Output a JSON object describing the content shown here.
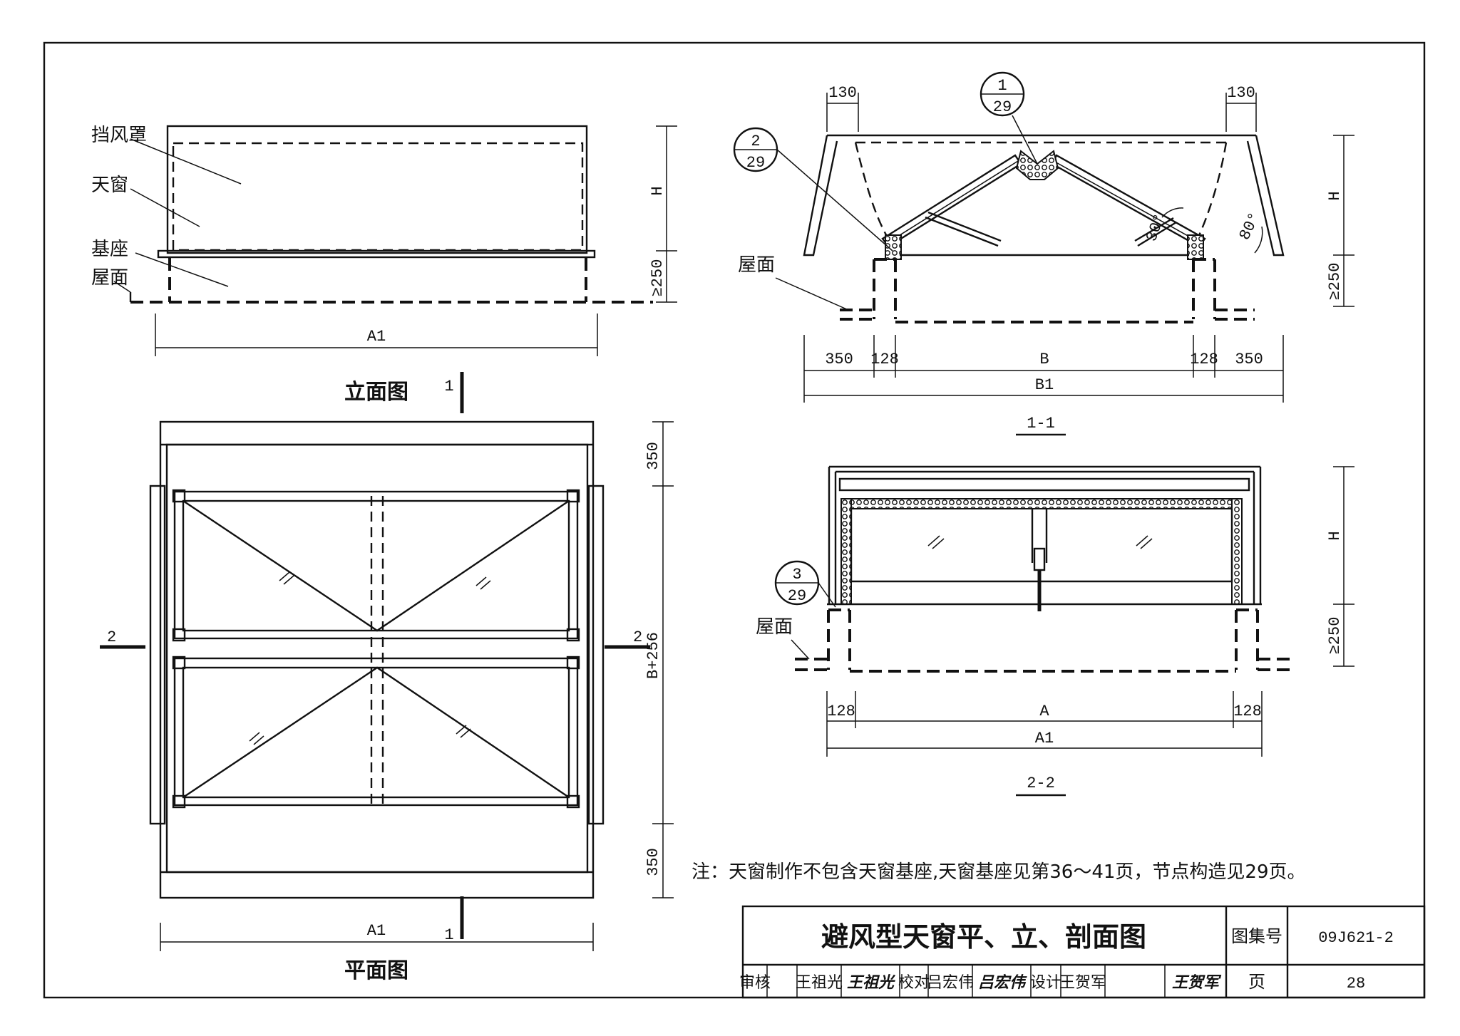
{
  "labels": {
    "hood": "挡风罩",
    "window": "天窗",
    "base": "基座",
    "roof": "屋面",
    "roof_1_1": "屋面",
    "roof_2_2": "屋面"
  },
  "view_titles": {
    "elevation": "立面图",
    "plan": "平面图",
    "section_1_1": "1-1",
    "section_2_2": "2-2"
  },
  "section_marks": {
    "one": "1",
    "two": "2"
  },
  "details": [
    {
      "num": "1",
      "page": "29"
    },
    {
      "num": "2",
      "page": "29"
    },
    {
      "num": "3",
      "page": "29"
    }
  ],
  "dims": {
    "H": "H",
    "min250": "≥250",
    "A1": "A1",
    "A": "A",
    "B": "B",
    "B1": "B1",
    "d130": "130",
    "d128": "128",
    "d350": "350",
    "B256": "B+256",
    "ang30": "30°",
    "ang80": "80°"
  },
  "note": "注：天窗制作不包含天窗基座,天窗基座见第36～41页，节点构造见29页。",
  "title_block": {
    "title": "避风型天窗平、立、剖面图",
    "atlas_label": "图集号",
    "atlas_no": "09J621-2",
    "page_label": "页",
    "page_no": "28",
    "review_label": "审核",
    "review_name": "王祖光",
    "review_sign": "王祖光",
    "check_label": "校对",
    "check_name": "吕宏伟",
    "check_sign": "吕宏伟",
    "design_label": "设计",
    "design_name": "王贺军",
    "design_sign": "王贺军"
  }
}
